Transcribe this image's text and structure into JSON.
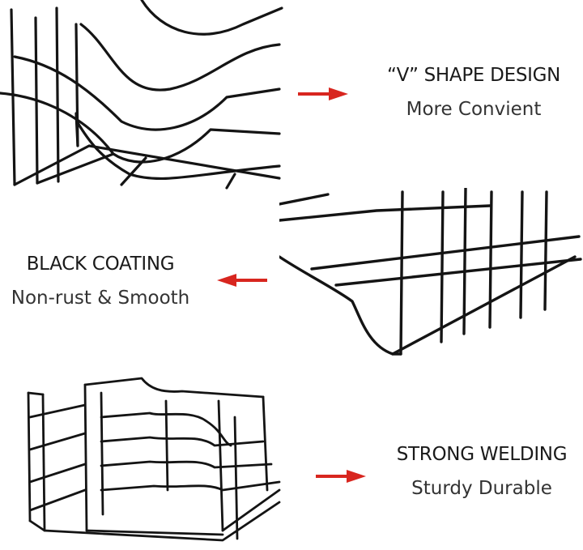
{
  "features": [
    {
      "title": "“V” SHAPE DESIGN",
      "subtitle": "More Convient",
      "arrow": "right"
    },
    {
      "title": "BLACK COATING",
      "subtitle": "Non-rust & Smooth",
      "arrow": "left"
    },
    {
      "title": "STRONG WELDING",
      "subtitle": "Sturdy Durable",
      "arrow": "right"
    }
  ],
  "colors": {
    "arrow": "#d8261f",
    "wire": "#141414",
    "background": "#ffffff"
  },
  "icons": [
    "arrow-right-icon",
    "arrow-left-icon",
    "arrow-right-icon"
  ]
}
